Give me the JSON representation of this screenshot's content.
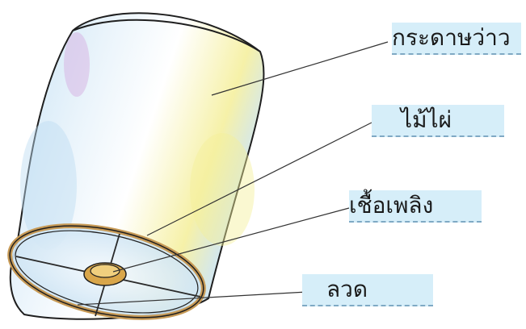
{
  "figure": {
    "subject": "sky-lantern",
    "colors": {
      "label_background": "#d6eef9",
      "label_underline": "#7fa9c4",
      "paper_blue": "#cfe6f6",
      "paper_yellow": "#f4ef9a",
      "paper_violet": "#d7b6e4",
      "bamboo_rim": "#c79a56",
      "outline": "#1f1f1f"
    }
  },
  "labels": [
    {
      "id": "paper",
      "text": "กระดาษว่าว"
    },
    {
      "id": "bamboo",
      "text": "ไม้ไผ่"
    },
    {
      "id": "fuel",
      "text": "เชื้อเพลิง"
    },
    {
      "id": "wire",
      "text": "ลวด"
    }
  ]
}
